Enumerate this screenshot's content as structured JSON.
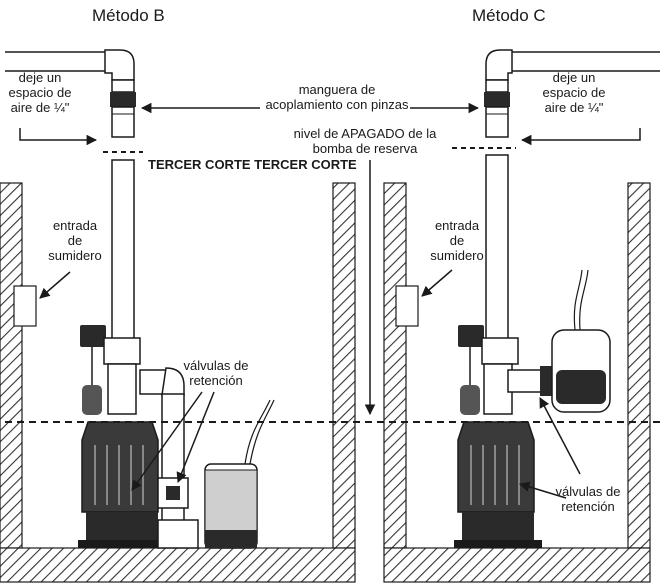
{
  "method_b_title": "Método B",
  "method_c_title": "Método C",
  "air_gap_left": [
    "deje un",
    "espacio de",
    "aire de ¼\""
  ],
  "air_gap_right": [
    "deje un",
    "espacio de",
    "aire de ¼\""
  ],
  "hose_label": [
    "manguera de",
    "acoplamiento con pinzas"
  ],
  "off_level_label": [
    "nivel de APAGADO de la",
    "bomba de reserva"
  ],
  "third_cut_label": "TERCER CORTE TERCER CORTE",
  "sump_inlet_left": [
    "entrada",
    "de",
    "sumidero"
  ],
  "sump_inlet_right": [
    "entrada",
    "de",
    "sumidero"
  ],
  "check_valves_left": [
    "válvulas de",
    "retención"
  ],
  "check_valves_right": [
    "válvulas de",
    "retención"
  ],
  "colors": {
    "ink": "#1a1a1a",
    "pipe": "#ffffff",
    "pump": "#3a3a3a"
  }
}
